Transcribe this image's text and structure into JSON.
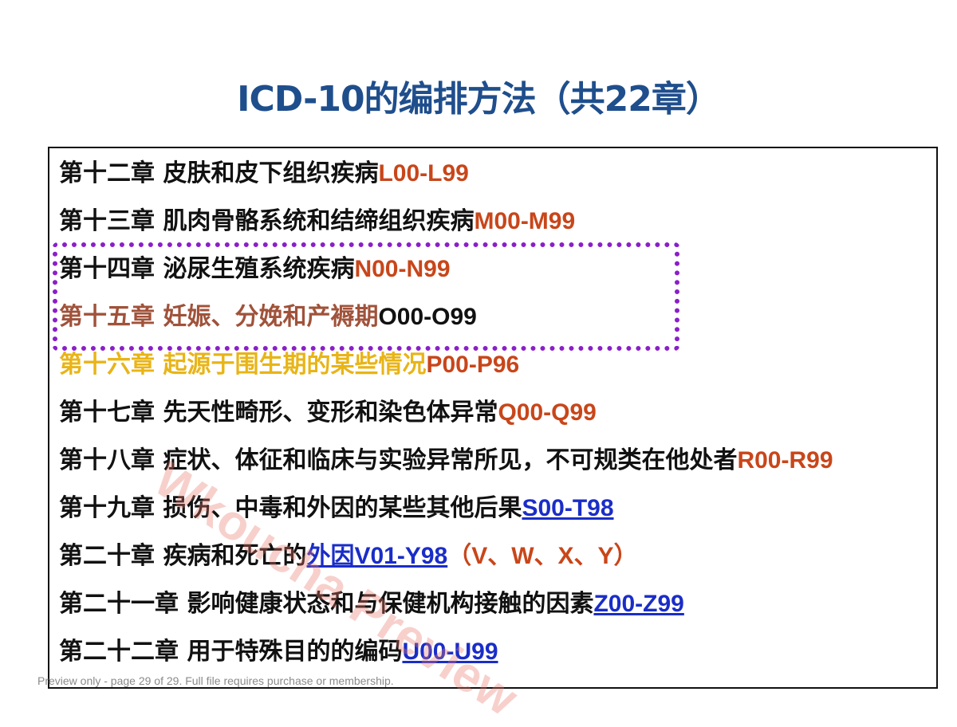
{
  "slide": {
    "title": "ICD-10的编排方法（共22章）"
  },
  "chapters": [
    {
      "label": "第十二章 皮肤和皮下组织疾病",
      "code": "L00-L99"
    },
    {
      "label": "第十三章 肌肉骨骼系统和结缔组织疾病",
      "code": "M00-M99"
    },
    {
      "label": "第十四章 泌尿生殖系统疾病",
      "code": "N00-N99"
    },
    {
      "label": "第十五章 妊娠、分娩和产褥期",
      "code": "O00-O99"
    },
    {
      "label": "第十六章 起源于围生期的某些情况",
      "code": "P00-P96"
    },
    {
      "label": "第十七章 先天性畸形、变形和染色体异常",
      "code": "Q00-Q99"
    },
    {
      "label": "第十八章 症状、体征和临床与实验异常所见，不可规类在他处者",
      "code": "R00-R99"
    },
    {
      "label": "第十九章 损伤、中毒和外因的某些其他后果",
      "code": "S00-T98"
    },
    {
      "label": "第二十章 疾病和死亡的",
      "link": "外因",
      "code": "V01-Y98",
      "suffix": "（V、W、X、Y）"
    },
    {
      "label": "第二十一章 影响健康状态和与保健机构接触的因素",
      "code": "Z00-Z99"
    },
    {
      "label": "第二十二章 用于特殊目的的编码",
      "code": "U00-U99"
    }
  ],
  "watermark": "Wkoucha Preview",
  "footer": "Preview only - page 29 of 29. Full file requires purchase or membership.",
  "colors": {
    "title": "#1f4e8c",
    "code_red": "#c8461a",
    "code_blue": "#1a2dc8",
    "highlight_frame": "#8a1fc9",
    "chapter15_text": "#a0523a",
    "chapter16_text": "#e8b417"
  }
}
